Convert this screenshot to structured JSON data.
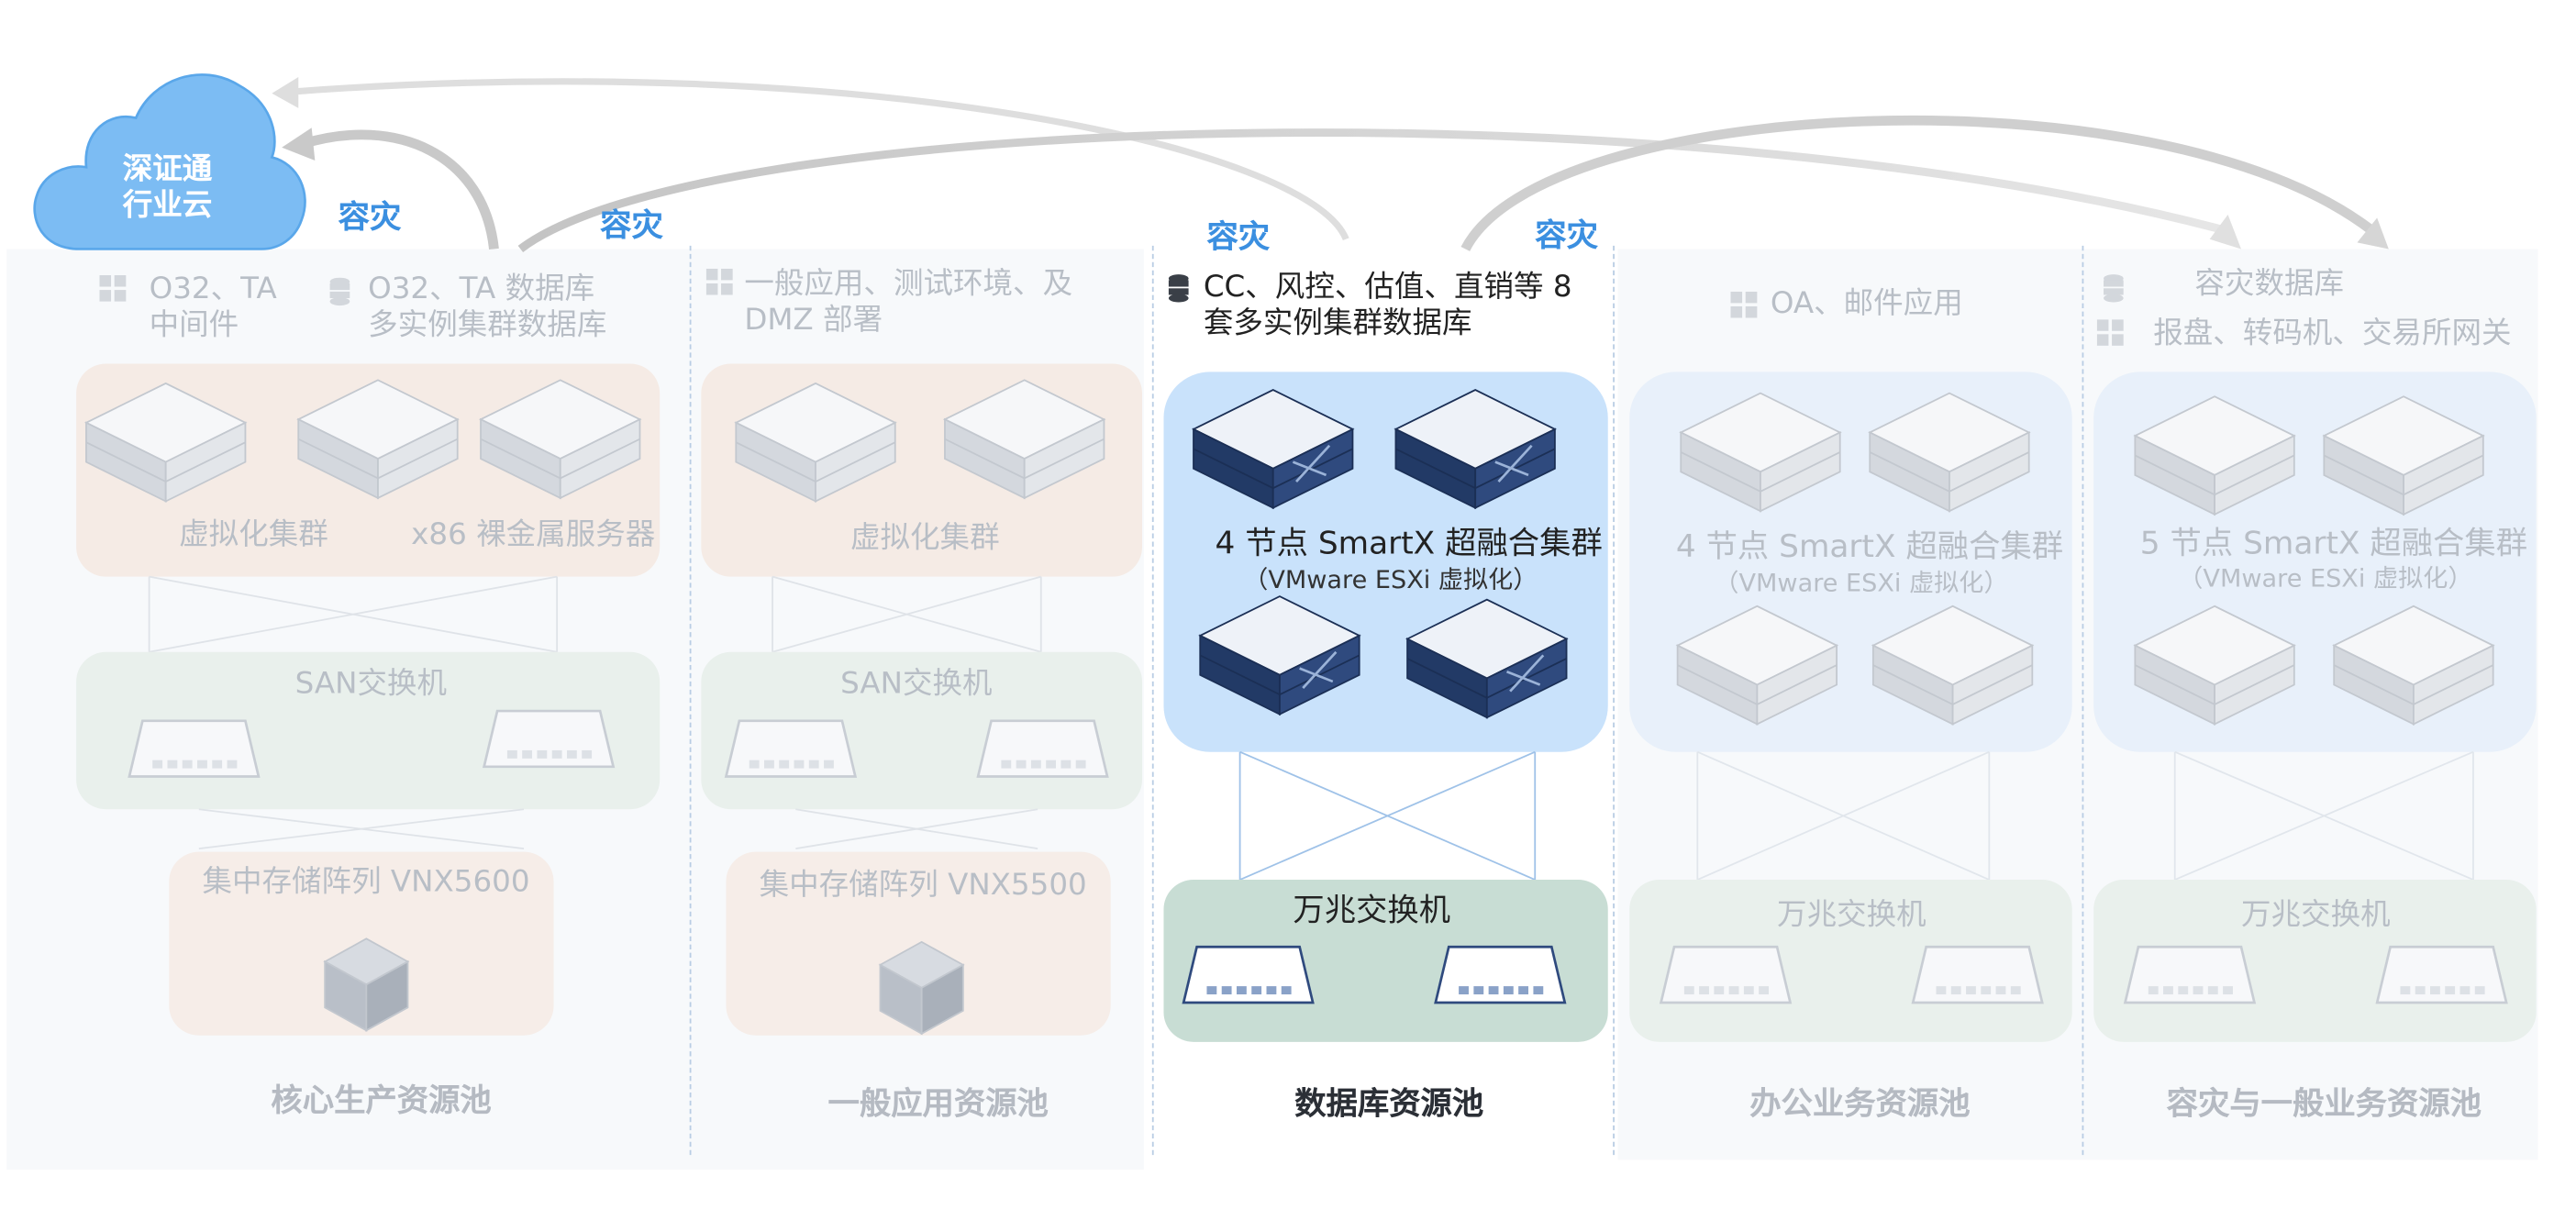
{
  "cloud": {
    "line1": "深证通",
    "line2": "行业云"
  },
  "disaster_recovery_label": "容灾",
  "pools": [
    {
      "name": "核心生产资源池",
      "apps": [
        {
          "icon": "app-grid-icon",
          "lines": [
            "O32、TA",
            "中间件"
          ]
        },
        {
          "icon": "database-icon",
          "lines": [
            "O32、TA 数据库",
            "多实例集群数据库"
          ]
        }
      ],
      "server_groups": [
        "虚拟化集群",
        "x86 裸金属服务器"
      ],
      "switch": "SAN交换机",
      "storage": "集中存储阵列 VNX5600"
    },
    {
      "name": "一般应用资源池",
      "apps": [
        {
          "icon": "app-grid-icon",
          "lines": [
            "一般应用、测试环境、及",
            "DMZ 部署"
          ]
        }
      ],
      "server_groups": [
        "虚拟化集群"
      ],
      "switch": "SAN交换机",
      "storage": "集中存储阵列 VNX5500"
    },
    {
      "name": "数据库资源池",
      "apps": [
        {
          "icon": "database-icon",
          "lines": [
            "CC、风控、估值、直销等 8",
            "套多实例集群数据库"
          ]
        }
      ],
      "cluster": {
        "title": "4 节点 SmartX 超融合集群",
        "subtitle": "（VMware ESXi 虚拟化）"
      },
      "switch": "万兆交换机"
    },
    {
      "name": "办公业务资源池",
      "apps": [
        {
          "icon": "app-grid-icon",
          "lines": [
            "OA、邮件应用"
          ]
        }
      ],
      "cluster": {
        "title": "4 节点 SmartX 超融合集群",
        "subtitle": "（VMware ESXi 虚拟化）"
      },
      "switch": "万兆交换机"
    },
    {
      "name": "容灾与一般业务资源池",
      "apps": [
        {
          "icon": "database-icon",
          "lines": [
            "容灾数据库"
          ]
        },
        {
          "icon": "app-grid-icon",
          "lines": [
            "报盘、转码机、交易所网关"
          ]
        }
      ],
      "cluster": {
        "title": "5 节点 SmartX 超融合集群",
        "subtitle": "（VMware ESXi 虚拟化）"
      },
      "switch": "万兆交换机"
    }
  ],
  "colors": {
    "accent_blue": "#3b8fe0",
    "cloud_blue": "#7cbcf3",
    "active_cluster_bg": "#c9e2fb",
    "active_switch_bg": "#c8ddd4",
    "server_navy": "#2f4a7e",
    "dim_text": "#b8bec6"
  }
}
